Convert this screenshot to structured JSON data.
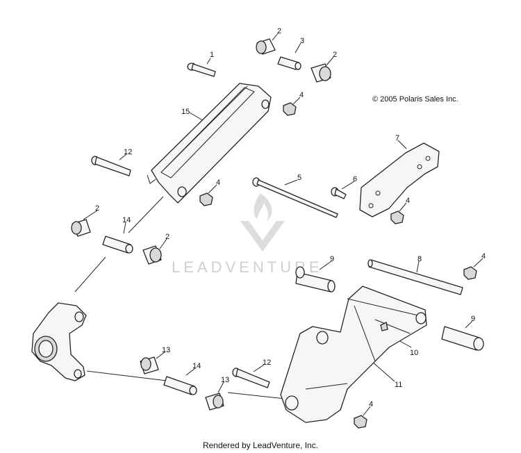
{
  "diagram": {
    "copyright": "© 2005 Polaris Sales Inc.",
    "footer": "Rendered by LeadVenture, Inc.",
    "watermark": "LEADVENTURE",
    "callouts": [
      "1",
      "2",
      "3",
      "2",
      "4",
      "15",
      "12",
      "5",
      "6",
      "7",
      "4",
      "4",
      "2",
      "14",
      "2",
      "9",
      "8",
      "4",
      "10",
      "9",
      "11",
      "13",
      "14",
      "12",
      "13",
      "4"
    ]
  }
}
